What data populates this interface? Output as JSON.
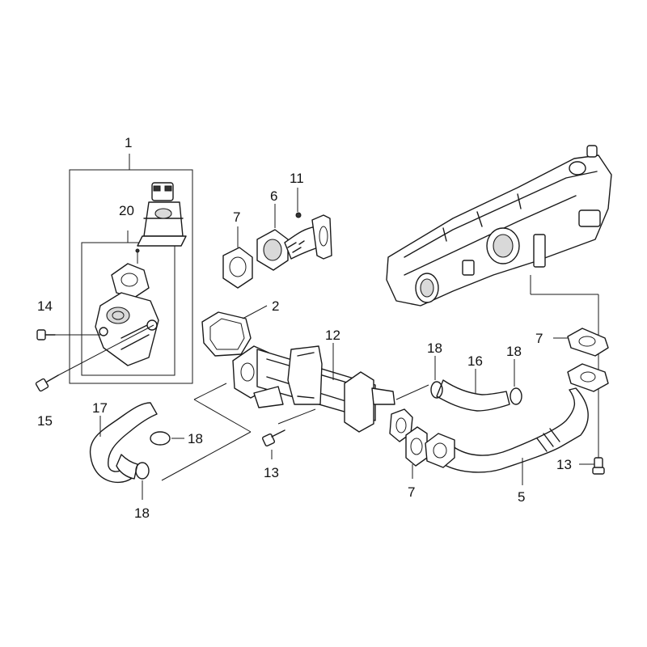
{
  "callouts": {
    "c1": "1",
    "c2": "2",
    "c5": "5",
    "c6": "6",
    "c7a": "7",
    "c7b": "7",
    "c7c": "7",
    "c11": "11",
    "c12": "12",
    "c13a": "13",
    "c13b": "13",
    "c14": "14",
    "c15": "15",
    "c16": "16",
    "c17": "17",
    "c18a": "18",
    "c18b": "18",
    "c18c": "18",
    "c18d": "18",
    "c20": "20"
  }
}
